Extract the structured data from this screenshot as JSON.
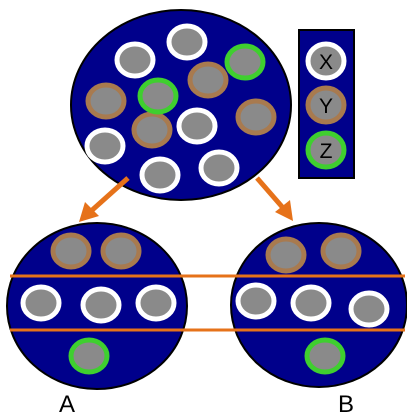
{
  "legend": {
    "items": [
      {
        "label": "X",
        "ring_color": "#ffffff"
      },
      {
        "label": "Y",
        "ring_color": "#a87a4f"
      },
      {
        "label": "Z",
        "ring_color": "#3fcf2f"
      }
    ]
  },
  "groups": {
    "A": {
      "label": "A"
    },
    "B": {
      "label": "B"
    }
  },
  "colors": {
    "disc_fill": "#00008b",
    "disc_stroke": "#000000",
    "core_fill": "#8a8a8a",
    "ring_x": "#ffffff",
    "ring_y": "#a87a4f",
    "ring_z": "#3fcf2f",
    "arrow": "#e6721a",
    "band_line": "#e6721a"
  }
}
